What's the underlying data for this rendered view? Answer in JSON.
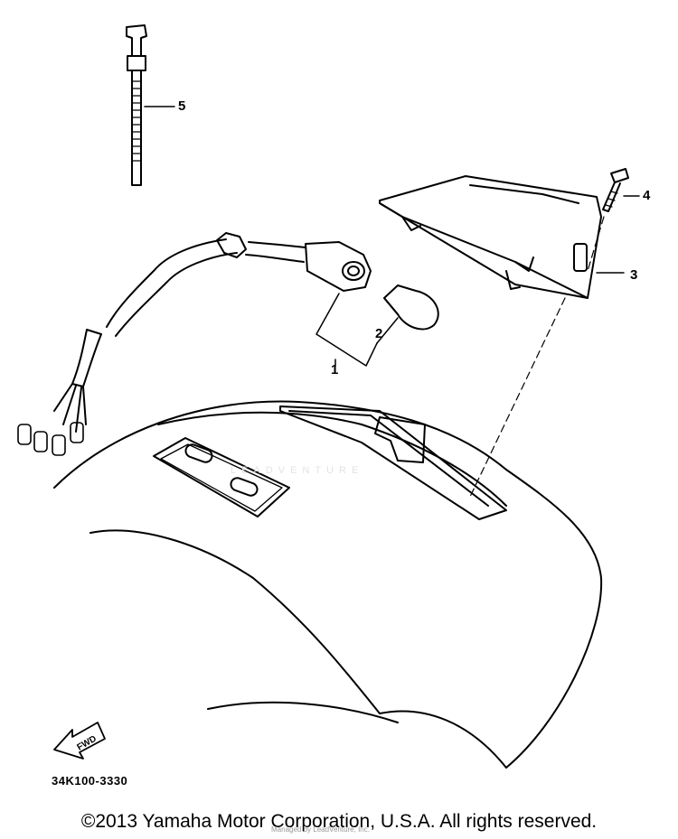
{
  "callouts": {
    "c1": "1",
    "c2": "2",
    "c3": "3",
    "c4": "4",
    "c5": "5"
  },
  "fwd_label": "FWD",
  "diagram_code": "34K100-3330",
  "copyright": "©2013 Yamaha Motor Corporation, U.S.A. All rights reserved.",
  "watermark": "LEADVENTURE",
  "watermark_sub": "Managed by LeadVenture, Inc."
}
